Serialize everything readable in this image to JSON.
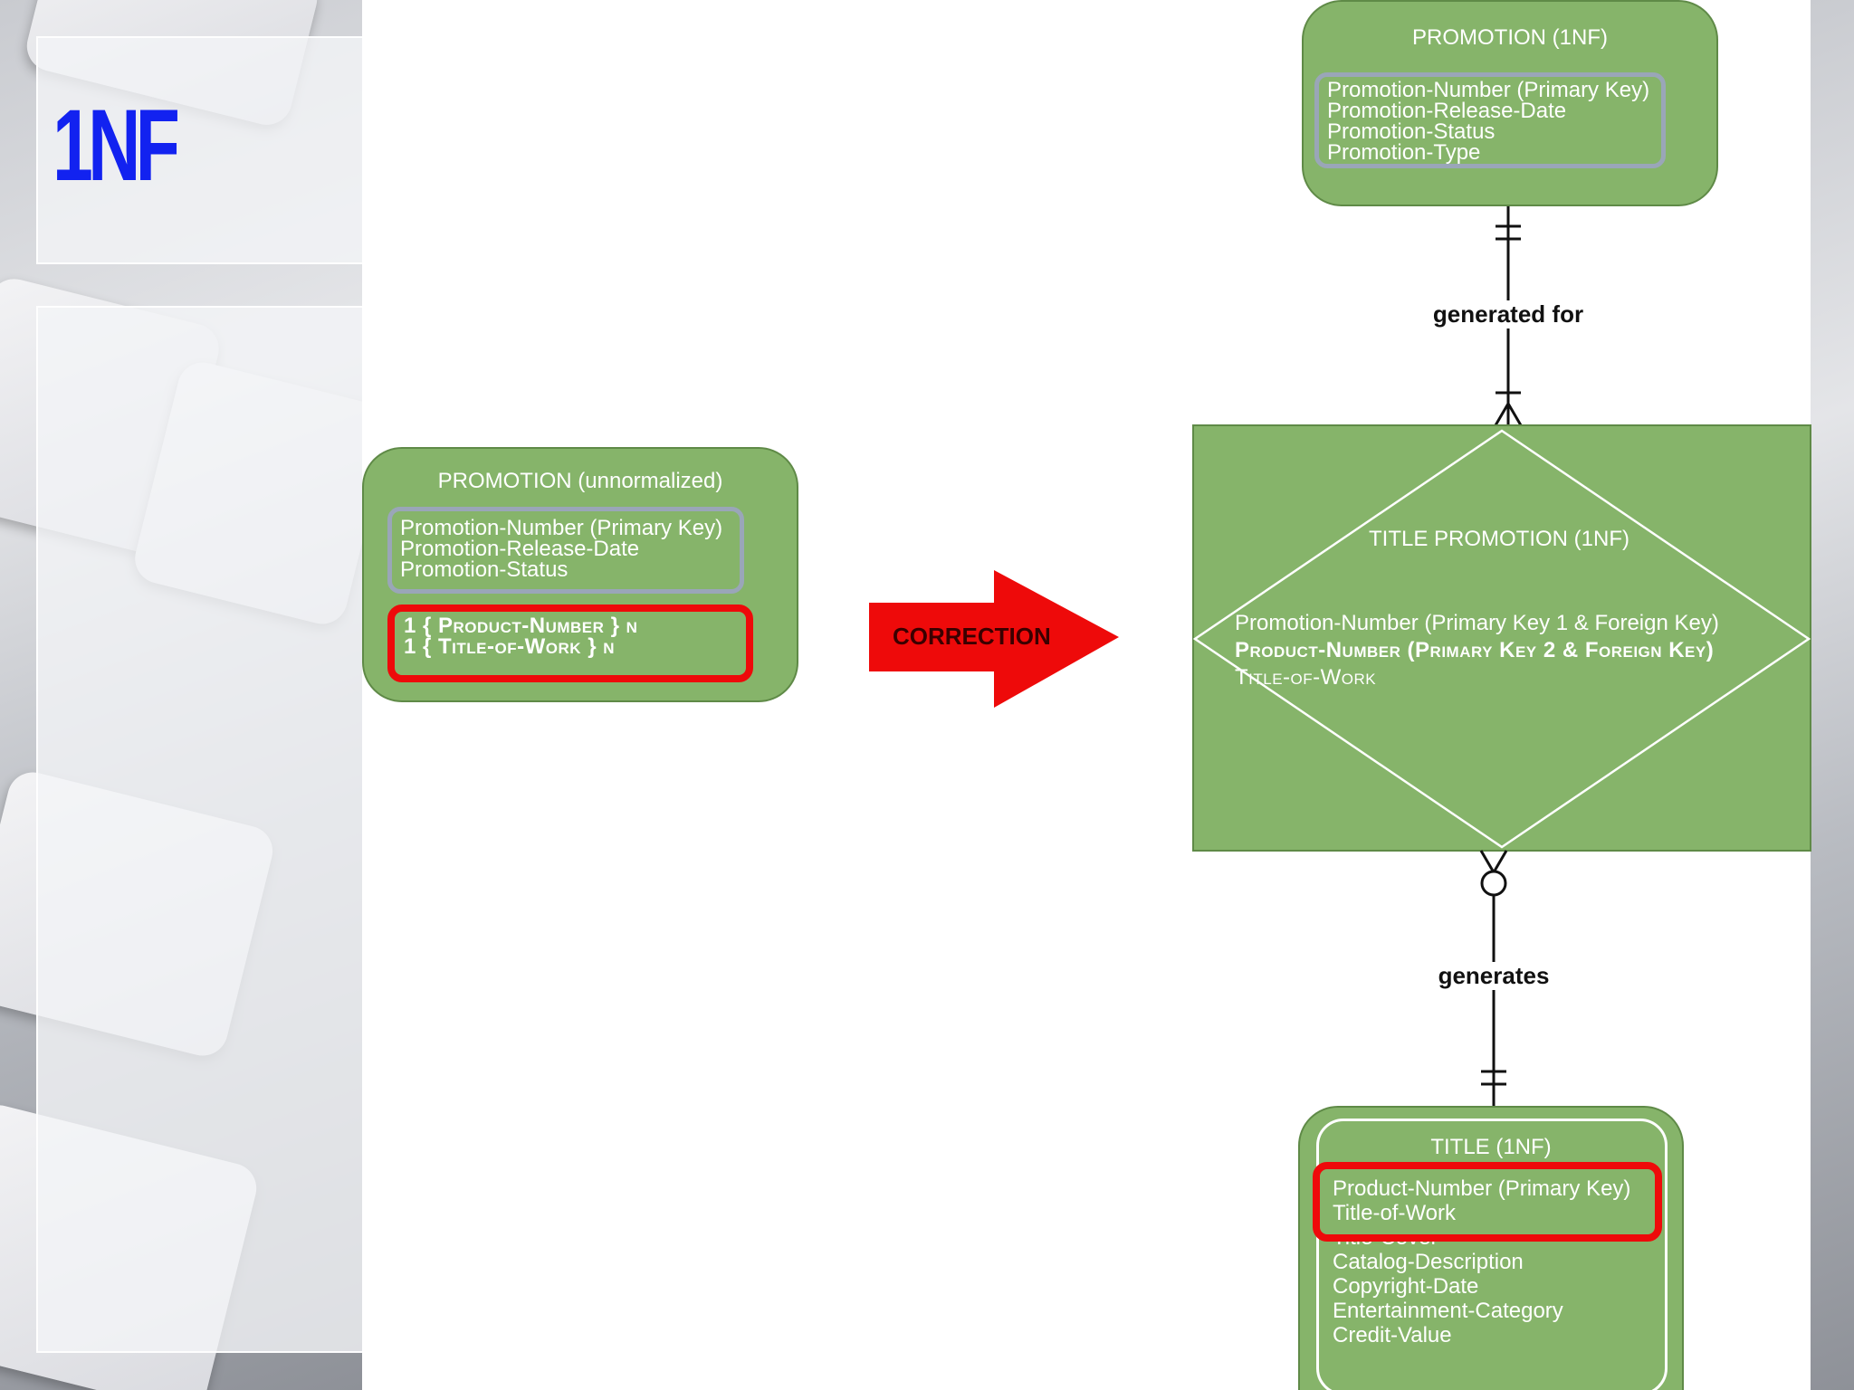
{
  "slide": {
    "title": "1NF"
  },
  "unnormalized": {
    "title": "PROMOTION (unnormalized)",
    "attributes": [
      "Promotion-Number (Primary Key)",
      "Promotion-Release-Date",
      "Promotion-Status"
    ],
    "repeating_groups": [
      "1 { Product-Number } n",
      "1 { Title-of-Work } n"
    ]
  },
  "arrow": {
    "label": "CORRECTION",
    "color": "#ee0a0a"
  },
  "promotion_1nf": {
    "title": "PROMOTION (1NF)",
    "attributes": [
      "Promotion-Number (Primary Key)",
      "Promotion-Release-Date",
      "Promotion-Status",
      "Promotion-Type"
    ]
  },
  "relationship_top": {
    "label": "generated for"
  },
  "title_promotion": {
    "title": "TITLE PROMOTION (1NF)",
    "attributes": [
      "Promotion-Number (Primary Key 1 & Foreign Key)",
      "Product-Number (Primary Key 2 & Foreign Key)",
      "Title-of-Work"
    ]
  },
  "relationship_bottom": {
    "label": "generates"
  },
  "title_1nf": {
    "title": "TITLE (1NF)",
    "key_attributes": [
      "Product-Number (Primary Key)",
      "Title-of-Work"
    ],
    "attributes": [
      "Title-Cover",
      "Catalog-Description",
      "Copyright-Date",
      "Entertainment-Category",
      "Credit-Value"
    ]
  },
  "colors": {
    "entity_fill": "#86b46a",
    "highlight_red": "#ee0a0a",
    "highlight_blue": "#9aa6b8",
    "title_blue": "#1222f0"
  }
}
